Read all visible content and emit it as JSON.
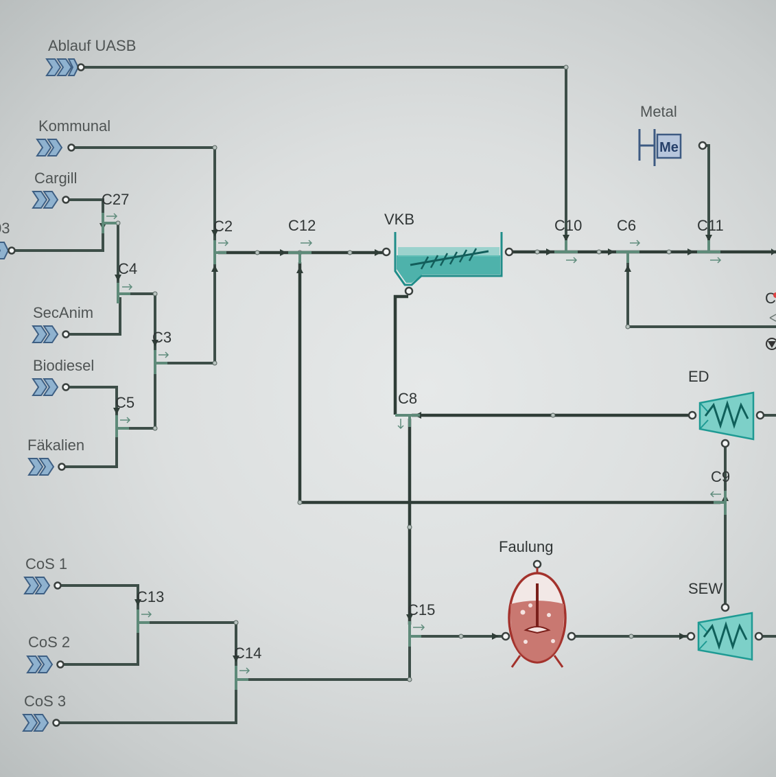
{
  "diagram": {
    "feeds": [
      "Ablauf UASB",
      "Kommunal",
      "Cargill",
      "SecAnim",
      "Biodiesel",
      "Fäkalien",
      "CoS 1",
      "CoS 2",
      "CoS 3"
    ],
    "partial_label": "03",
    "metal_label": "Metal",
    "metal_symbol": "Me",
    "junctions": [
      "C27",
      "C4",
      "C3",
      "C5",
      "C2",
      "C12",
      "C10",
      "C6",
      "C11",
      "C8",
      "C9",
      "C13",
      "C14",
      "C15"
    ],
    "units": {
      "vkb": "VKB",
      "faulung": "Faulung",
      "ed": "ED",
      "sew": "SEW"
    },
    "edge_partial": "C"
  },
  "colors": {
    "pipe": "#3d4e48",
    "teal_unit": "#2a9f98",
    "digester": "#a3322c",
    "feed_arrow": "#8fb2cf"
  }
}
